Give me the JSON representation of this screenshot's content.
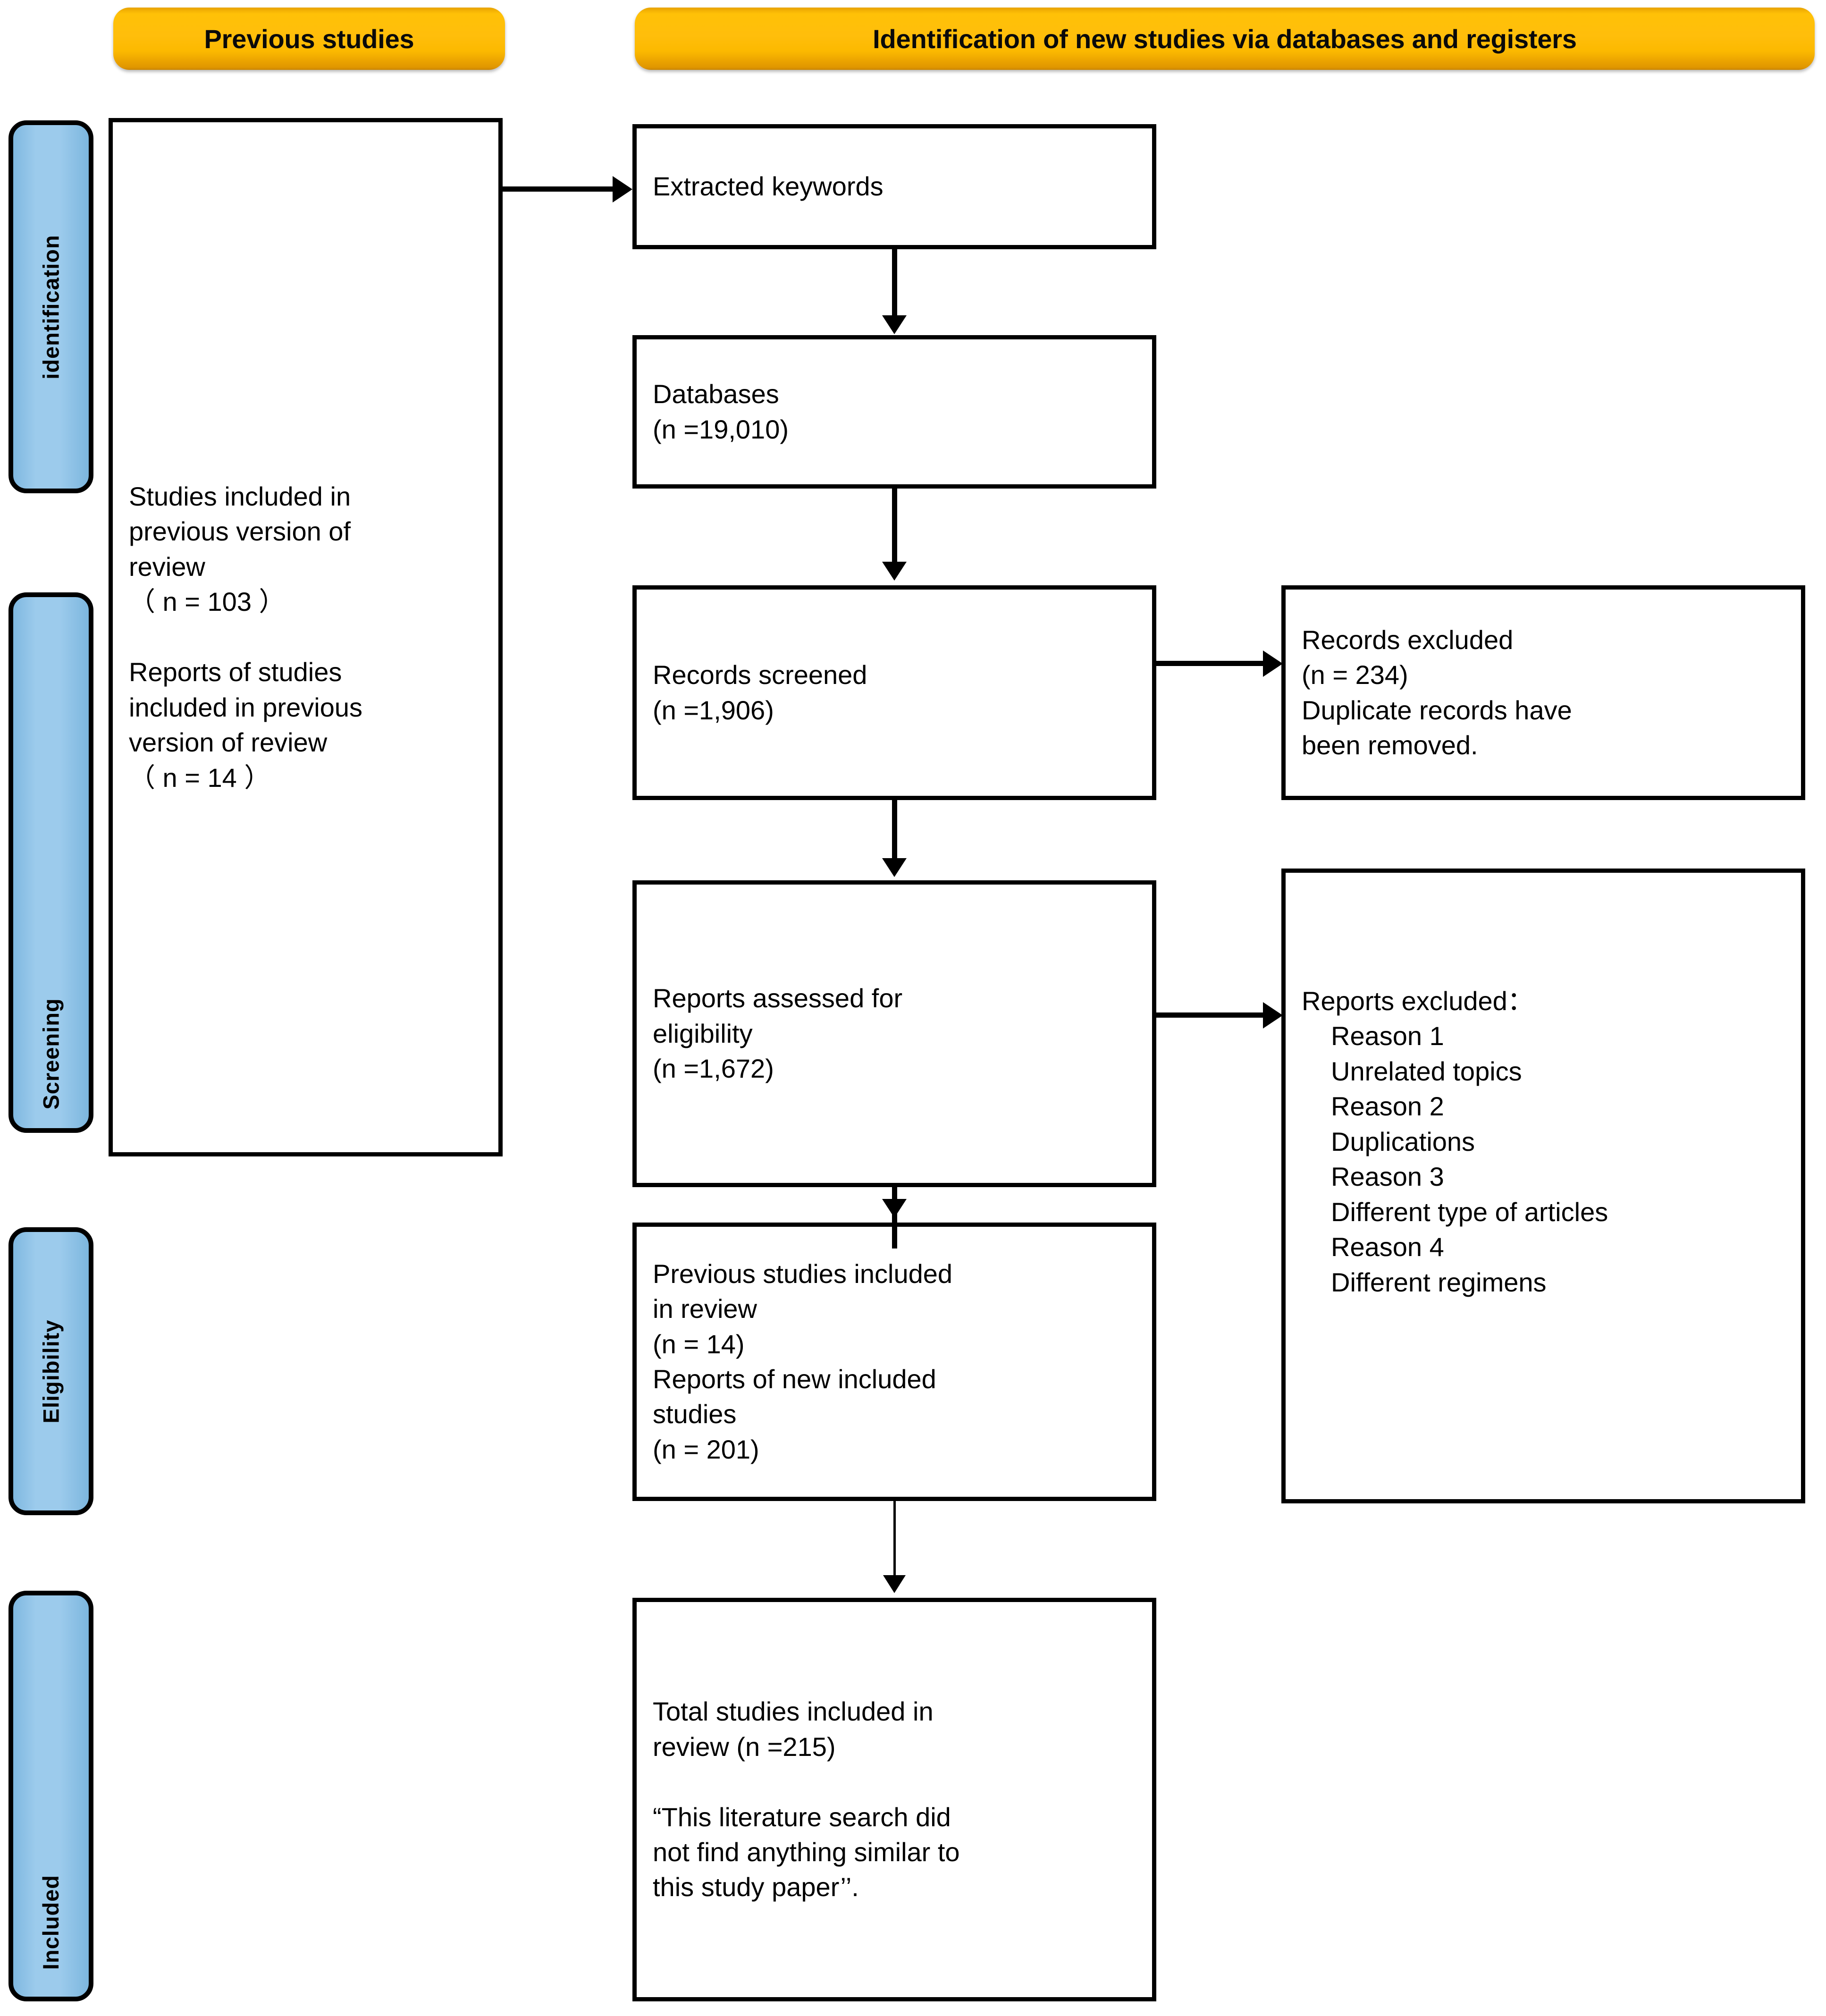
{
  "headers": {
    "left": "Previous studies",
    "right": "Identification of new studies via databases and registers"
  },
  "stages": [
    {
      "label": "identification"
    },
    {
      "label": "Screening"
    },
    {
      "label": "Eligibility"
    },
    {
      "label": "Included"
    }
  ],
  "boxes": {
    "previous_studies": "Studies included in\nprevious version of\nreview\n（ n = 103 ）\n\nReports of studies\nincluded in previous\nversion of review\n（ n = 14 ）",
    "extracted_keywords": "Extracted keywords",
    "databases": "Databases\n(n =19,010)",
    "records_screened": "Records screened\n (n =1,906)",
    "records_excluded": "Records excluded\n (n = 234)\nDuplicate records have\nbeen removed.",
    "reports_assessed": "Reports assessed for\neligibility\n (n =1,672)",
    "reports_excluded_title": "Reports excluded：",
    "reports_excluded_reasons": "Reason 1\nUnrelated topics\nReason 2\nDuplications\nReason 3\nDifferent type of articles\nReason 4\nDifferent regimens",
    "previous_included": "Previous studies included\nin review\n(n = 14)\nReports of new included\nstudies\n(n = 201)",
    "total_included": "Total studies included in\nreview (n =215)\n\n“This literature search did\nnot find anything similar to\nthis study paper’’."
  },
  "colors": {
    "header_pill": "#ffbe0b",
    "stage_bar": "#9ccbec",
    "box_border": "#000000",
    "background": "#ffffff"
  }
}
